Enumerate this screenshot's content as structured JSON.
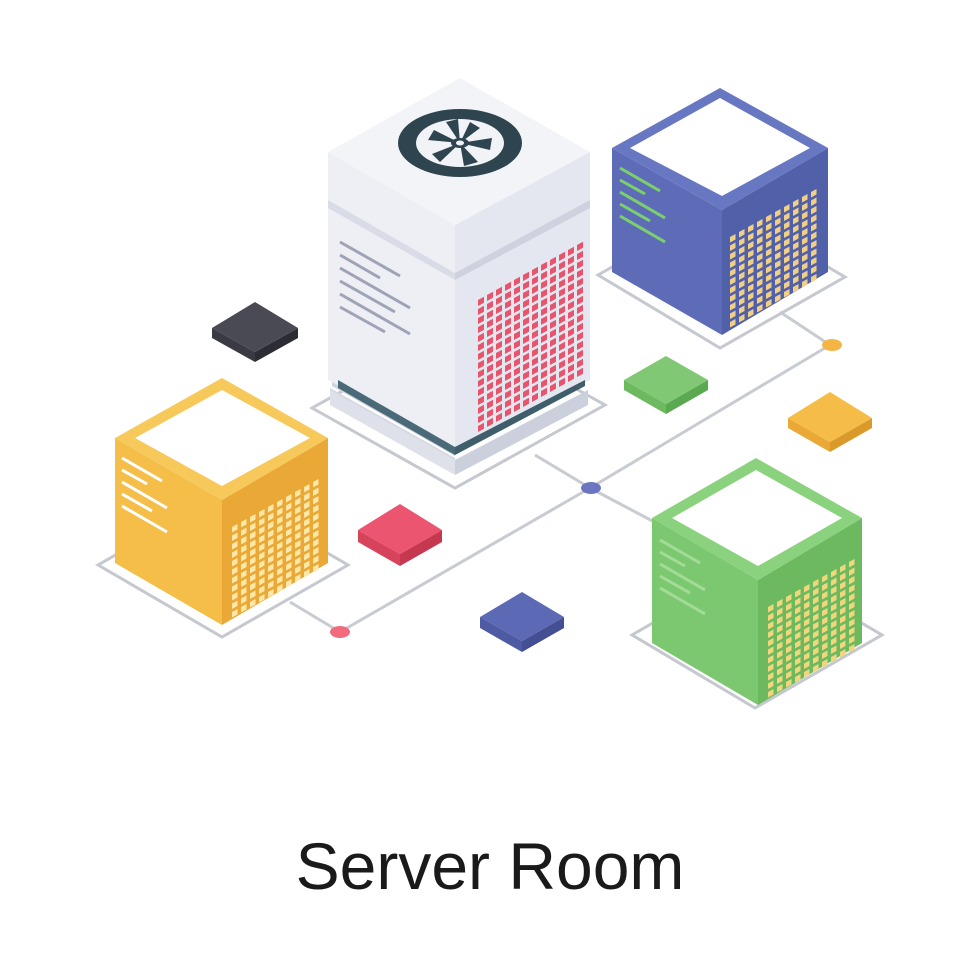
{
  "caption": "Server Room",
  "colors": {
    "yellow_block": "#f2b73e",
    "blue_block": "#5663b0",
    "green_block": "#79c46c",
    "tower": "#e4e6f0",
    "pink_dots": "#e8546c",
    "fan_dark": "#2e4550",
    "node_pink": "#f26a7e",
    "node_blue": "#6a76c0",
    "node_orange": "#f5b545",
    "line": "#c9cbd3"
  },
  "icons": [
    "fan-icon",
    "server-tower",
    "storage-block-blue",
    "storage-block-yellow",
    "storage-block-green",
    "chip-dark",
    "chip-green",
    "chip-yellow",
    "chip-red",
    "chip-blue"
  ]
}
